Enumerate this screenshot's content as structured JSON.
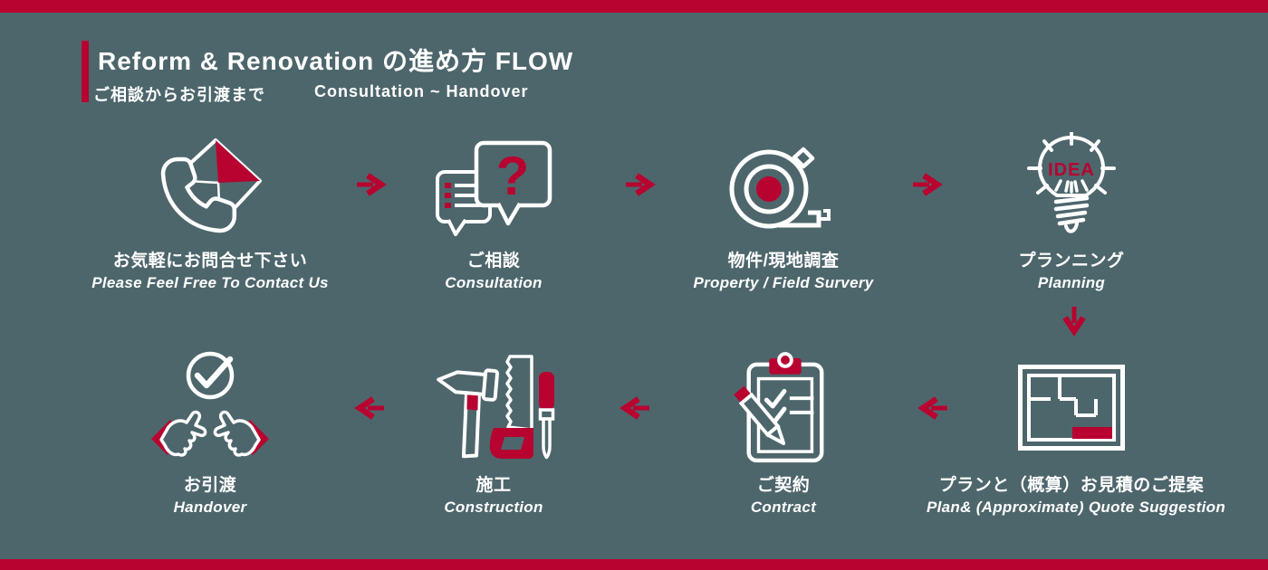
{
  "header": {
    "title": "Reform & Renovation の進め方 FLOW",
    "subtitle_jp": "ご相談からお引渡まで",
    "subtitle_en": "Consultation ~ Handover"
  },
  "colors": {
    "background": "#4d666c",
    "accent_red": "#b80230",
    "text_white": "#ffffff"
  },
  "flow": {
    "row1_direction": "right",
    "row2_direction": "left",
    "arrows": [
      "arrow-right",
      "arrow-right",
      "arrow-right",
      "arrow-down",
      "arrow-left",
      "arrow-left",
      "arrow-left"
    ]
  },
  "steps": [
    {
      "icon": "phone-mail-icon",
      "label_jp": "お気軽にお問合せ下さい",
      "label_en": "Please Feel Free To Contact Us"
    },
    {
      "icon": "chat-bubbles-icon",
      "icon_text": "?",
      "label_jp": "ご相談",
      "label_en": "Consultation"
    },
    {
      "icon": "measuring-tape-icon",
      "label_jp": "物件/現地調査",
      "label_en": "Property / Field Survery"
    },
    {
      "icon": "idea-bulb-icon",
      "icon_text": "IDEA",
      "label_jp": "プランニング",
      "label_en": "Planning"
    },
    {
      "icon": "floor-plan-icon",
      "label_jp": "プランと（概算）お見積のご提案",
      "label_en": "Plan& (Approximate) Quote Suggestion"
    },
    {
      "icon": "clipboard-pencil-icon",
      "label_jp": "ご契約",
      "label_en": "Contract"
    },
    {
      "icon": "tools-icon",
      "label_jp": "施工",
      "label_en": "Construction"
    },
    {
      "icon": "handshake-icon",
      "label_jp": "お引渡",
      "label_en": "Handover"
    }
  ]
}
